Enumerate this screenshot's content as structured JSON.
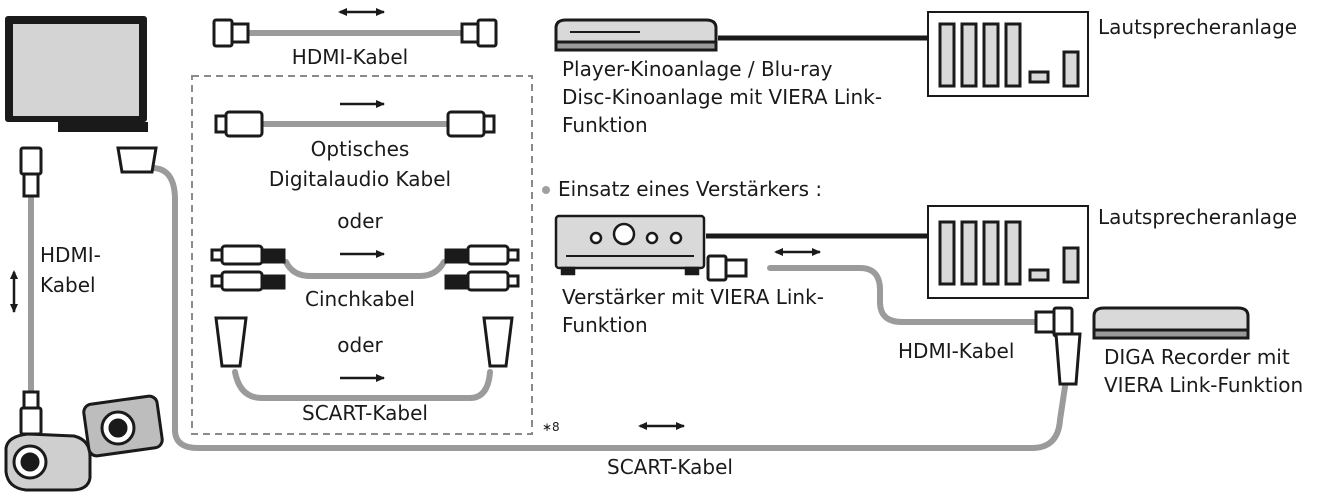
{
  "labels": {
    "hdmi_top": "HDMI-Kabel",
    "player": [
      "Player-Kinoanlage / Blu-ray",
      "Disc-Kinoanlage mit VIERA Link-",
      "Funktion"
    ],
    "speaker_1": "Lautsprecheranlage",
    "optical": [
      "Optisches",
      "Digitalaudio Kabel"
    ],
    "oder_1": "oder",
    "amp_note": "Einsatz eines Verstärkers :",
    "speaker_2": "Lautsprecheranlage",
    "hdmi_left": [
      "HDMI-",
      "Kabel"
    ],
    "cinch": "Cinchkabel",
    "amplifier": [
      "Verstärker mit VIERA Link-",
      "Funktion"
    ],
    "oder_2": "oder",
    "hdmi_right": "HDMI-Kabel",
    "diga": [
      "DIGA Recorder mit",
      "VIERA Link-Funktion"
    ],
    "scart_inner": "SCART-Kabel",
    "footnote": "∗8",
    "scart_bottom": "SCART-Kabel"
  },
  "colors": {
    "cable": "#9b9b9b",
    "line": "#1a1a1a",
    "device_fill": "#d9d9d9",
    "dashed_box": "#8a8a8a",
    "bullet": "#a0a0a0"
  },
  "icons": [
    "tv-icon",
    "hdmi-plug-icon",
    "scart-plug-icon",
    "optical-plug-icon",
    "rca-plug-icon",
    "blu-ray-player-icon",
    "speaker-system-icon",
    "amplifier-icon",
    "diga-recorder-icon",
    "camcorder-icon",
    "digital-camera-icon",
    "double-arrow-icon",
    "right-arrow-icon"
  ]
}
